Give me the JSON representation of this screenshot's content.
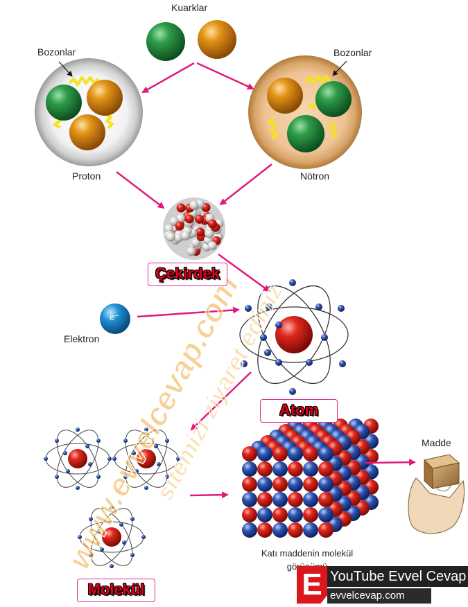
{
  "labels": {
    "quarks": "Kuarklar",
    "bosons_left": "Bozonlar",
    "bosons_right": "Bozonlar",
    "proton": "Proton",
    "neutron": "Nötron",
    "electron": "Elektron",
    "electron_symbol": "e⁻",
    "nucleus": "Çekirdek",
    "atom": "Atom",
    "molecule": "Molekül",
    "solid_molecule_view": "Katı maddenin molekül görünümü",
    "matter": "Madde"
  },
  "watermark": {
    "site": "www.evvelcevap.com",
    "visit": "sitemizi ziyaret ediniz"
  },
  "brand": {
    "logo_letter": "E",
    "youtube": "YouTube Evvel Cevap",
    "site": "evvelcevap.com"
  },
  "colors": {
    "arrow": "#e0197d",
    "green_quark": "#1d8a3a",
    "orange_quark": "#d98a12",
    "nucleus_red": "#d9271d",
    "electron_blue": "#2a4fa0",
    "tag_text": "#e2001a"
  }
}
